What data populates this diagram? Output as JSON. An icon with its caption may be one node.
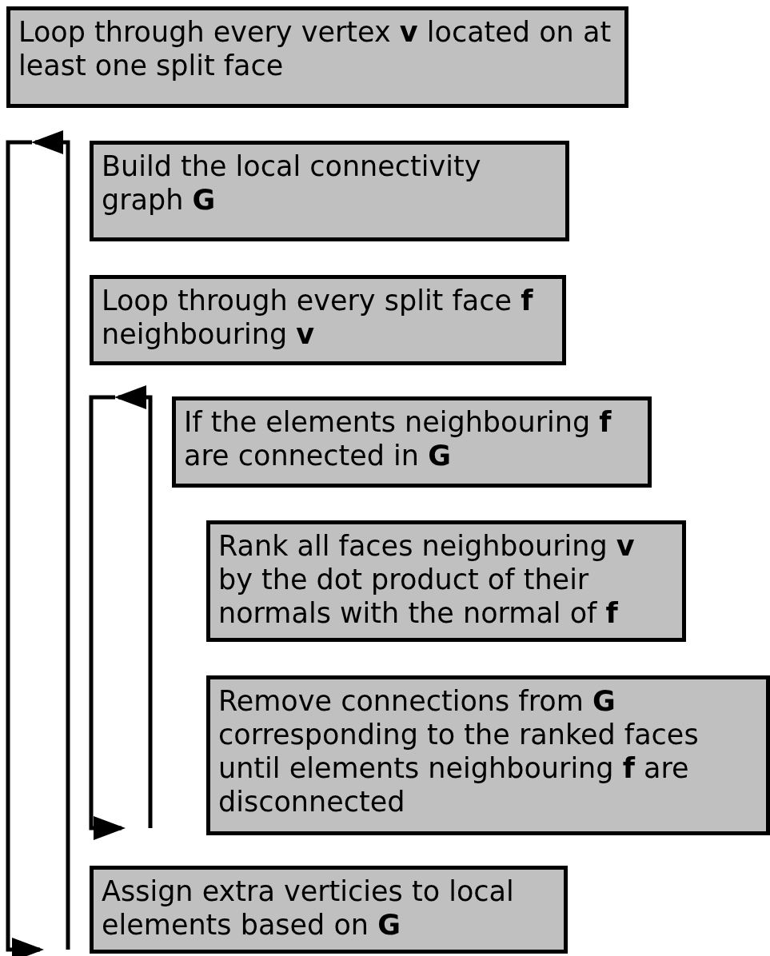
{
  "diagram": {
    "nodes": [
      {
        "text": [
          "Loop through every vertex **v** located on at least one split face"
        ]
      },
      {
        "text": [
          "Build the local connectivity graph **G**"
        ]
      },
      {
        "text": [
          "Loop through every split face **f** neighbouring **v**"
        ]
      },
      {
        "text": [
          "If the elements neighbouring **f** are connected in **G**"
        ]
      },
      {
        "text": [
          "Rank all faces neighbouring **v** by the dot product of their normals with the normal of **f**"
        ]
      },
      {
        "text": [
          "Remove connections from **G** corresponding to the ranked faces until elements neighbouring **f** are disconnected"
        ]
      },
      {
        "text": [
          "Assign extra verticies to local elements based on **G**"
        ]
      }
    ]
  }
}
